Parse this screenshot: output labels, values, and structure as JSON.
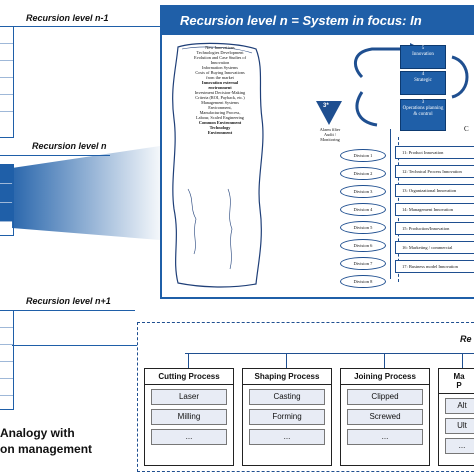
{
  "left_levels": {
    "level_minus_1": "Recursion level n-1",
    "level_n": "Recursion level n",
    "level_plus_1": "Recursion level  n+1"
  },
  "bottom_left_text": {
    "line1": "Analogy with",
    "line2": "on management"
  },
  "main_panel": {
    "title": "Recursion level n = System in focus: In",
    "env_notes": [
      "New Innovations",
      "Technologies Development",
      "Evolution and Case Studies of",
      "Innovation",
      "Information Systems",
      "Costs of Buying Innovations",
      "from the market",
      "Innovation external",
      "environment",
      "Investment Decision-Making",
      "Criteria (ROI, Payback, etc.)",
      "Management Systems",
      "Environment,",
      "Manufacturing Process,",
      "Labour, Scaled Engineering",
      "Common Environment",
      "Technology",
      "Environment"
    ],
    "system_boxes": [
      {
        "number": "5",
        "label": "Innovation"
      },
      {
        "number": "4",
        "label": "Strategic"
      },
      {
        "number": "3",
        "label": "Operations planning & control"
      }
    ],
    "three_star": "3*",
    "alarm_text": [
      "Alarm filter",
      "Audit /",
      "Monitoring"
    ],
    "c_label": "C",
    "divisions": [
      "Division 1",
      "Division 2",
      "Division 3",
      "Division 4",
      "Division 5",
      "Division 6",
      "Division 7",
      "Division 8"
    ],
    "functions": [
      "11: Product Innovation",
      "12: Technical Process Innovation",
      "13: Organizational Innovation",
      "14: Management Innovation",
      "15: Production/Innovation",
      "16: Marketing / commercial",
      "17: Business model Innovation"
    ]
  },
  "lower_panel": {
    "header_fragment": "Re",
    "processes": [
      {
        "title": "Cutting Process",
        "items": [
          "Laser",
          "Milling",
          "..."
        ]
      },
      {
        "title": "Shaping Process",
        "items": [
          "Casting",
          "Forming",
          "..."
        ]
      },
      {
        "title": "Joining Process",
        "items": [
          "Clipped",
          "Screwed",
          "..."
        ]
      },
      {
        "title": "Ma",
        "subtitle": "P",
        "items": [
          "Alt",
          "Ult",
          "..."
        ]
      }
    ]
  }
}
